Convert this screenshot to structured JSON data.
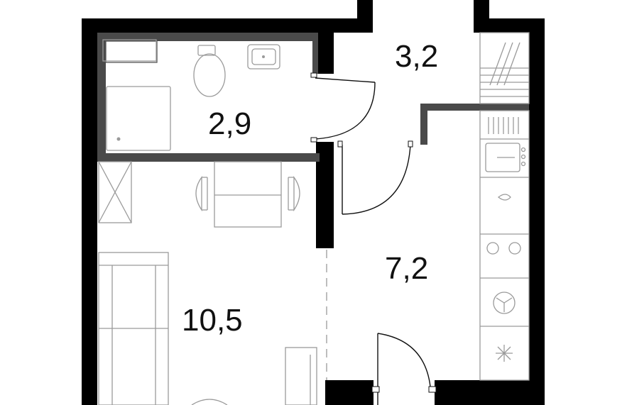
{
  "plan": {
    "rooms": [
      {
        "id": "bathroom",
        "area": "2,9"
      },
      {
        "id": "hall",
        "area": "3,2"
      },
      {
        "id": "kitchen",
        "area": "7,2"
      },
      {
        "id": "living",
        "area": "10,5"
      }
    ]
  },
  "colors": {
    "wall": "#000000",
    "partition": "#4a4a4a",
    "fixture": "#9a9a9a",
    "background": "#ffffff"
  }
}
